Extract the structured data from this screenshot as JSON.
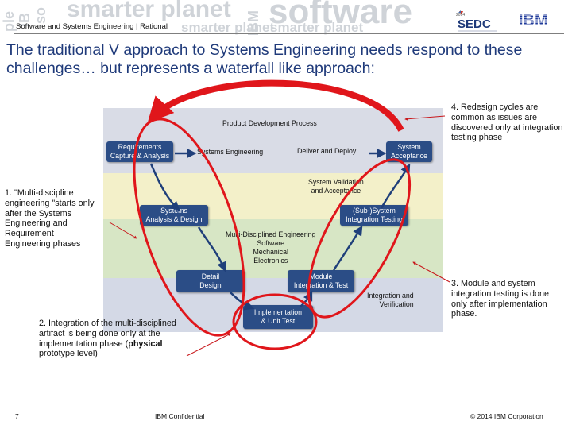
{
  "header": {
    "subtitle": "Software and Systems Engineering | Rational",
    "watermark": {
      "left_vertical": [
        "ple",
        "IB",
        "so"
      ],
      "smarter_planet_1": "smarter planet",
      "ibm_vertical": "IBM",
      "software": "software",
      "smarter_planet_2": "smarter planet",
      "smarter_planet_3": "smarter planet"
    },
    "sedc_logo": {
      "text": "SEDC",
      "year": "2014"
    },
    "ibm_logo_text": "IBM"
  },
  "slide": {
    "title": "The traditional V approach to Systems Engineering needs respond to these challenges…  but represents a waterfall like approach:"
  },
  "diagram": {
    "process_label": "Product Development Process",
    "requirements": "Requirements\nCapture & Analysis",
    "systems_engineering": "Systems Engineering",
    "deliver_deploy": "Deliver and Deploy",
    "system_acceptance": "System\nAcceptance",
    "system_validation": "System Validation\nand Acceptance",
    "systems_analysis": "Systems\nAnalysis & Design",
    "sub_system_integration": "(Sub-)System\nIntegration Testing",
    "multi_disciplined": "Multi-Disciplined Engineering\nSoftware\nMechanical\nElectronics",
    "detail_design": "Detail\nDesign",
    "module_integration": "Module\nIntegration & Test",
    "integration_verification": "Integration and\nVerification",
    "implementation": "Implementation\n& Unit Test",
    "colors": {
      "band_top": "#d9dce6",
      "band_yellow": "#f3f0c9",
      "band_green": "#d7e6c5",
      "band_bottom": "#d4d9e6",
      "box": "#2b4d86",
      "arrow": "#1f3f7a",
      "highlight": "#e0161b"
    }
  },
  "callouts": {
    "c1": "1. \"Multi-discipline engineering \"starts only after the Systems Engineering and Requirement Engineering phases",
    "c2_part1": "2. Integration of the multi-disciplined artifact is being done only at the implementation phase (",
    "c2_bold": "physical",
    "c2_part2": " prototype level)",
    "c3": "3. Module and system integration testing is done only after implementation phase.",
    "c4": "4. Redesign cycles are common as issues are discovered only at integration testing phase"
  },
  "footer": {
    "page_number": "7",
    "confidential": "IBM Confidential",
    "copyright": "© 2014 IBM Corporation"
  }
}
